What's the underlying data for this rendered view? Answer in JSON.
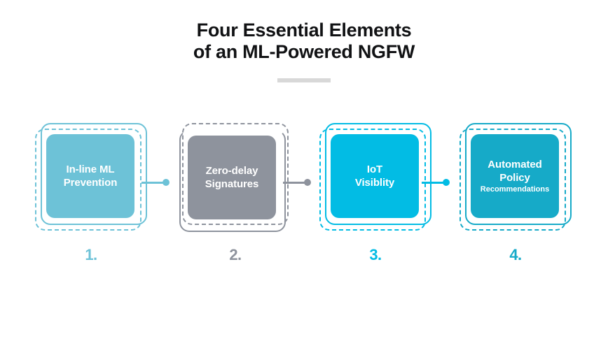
{
  "header": {
    "title_line1": "Four Essential Elements",
    "title_line2": "of an ML-Powered NGFW",
    "divider_color": "#d8d8d8",
    "title_color": "#111214"
  },
  "cards": [
    {
      "index": "1.",
      "main_text": "In-line ML\nPrevention",
      "main_line1": "In-line ML",
      "main_line2": "Prevention",
      "sub_text": "",
      "fill_color": "#6dc2d7",
      "outline_color": "#6dc2d7",
      "number_color": "#6dc2d7",
      "variant": "va"
    },
    {
      "index": "2.",
      "main_text": "Zero-delay\nSignatures",
      "main_line1": "Zero-delay",
      "main_line2": "Signatures",
      "sub_text": "",
      "fill_color": "#8e939d",
      "outline_color": "#8e939d",
      "number_color": "#8e939d",
      "variant": "vb"
    },
    {
      "index": "3.",
      "main_text": "IoT\nVisiblity",
      "main_line1": "IoT",
      "main_line2": "Visiblity",
      "sub_text": "",
      "fill_color": "#02bce4",
      "outline_color": "#02bce4",
      "number_color": "#02bce4",
      "variant": "va"
    },
    {
      "index": "4.",
      "main_text": "Automated\nPolicy",
      "main_line1": "Automated",
      "main_line2": "Policy",
      "sub_text": "Recommendations",
      "fill_color": "#16aac8",
      "outline_color": "#16aac8",
      "number_color": "#16aac8",
      "variant": "va"
    }
  ],
  "connectors": [
    {
      "color": "#6dc2d7"
    },
    {
      "color": "#8e939d"
    },
    {
      "color": "#02bce4"
    }
  ]
}
